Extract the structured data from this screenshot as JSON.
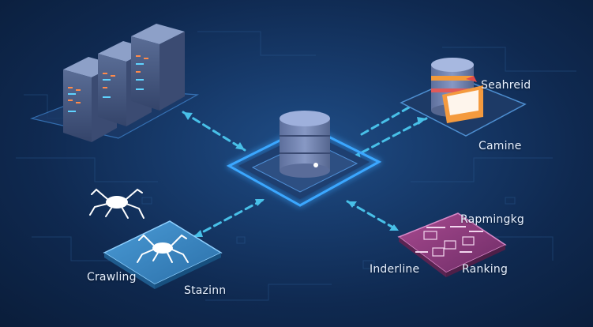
{
  "labels": {
    "searchengine": "Seahreid",
    "camine": "Camine",
    "rapmingkg": "Rapmingkg",
    "indexline": "Inderline",
    "ranking": "Ranking",
    "crawling": "Crawling",
    "stazinn": "Stazinn"
  },
  "colors": {
    "background": "#0f2950",
    "glow": "#3aa7ff",
    "crawl_panel": "#3a87c2",
    "rank_panel": "#8e3c7c",
    "server": "#4b5d84",
    "arrow": "#48c0e8"
  }
}
